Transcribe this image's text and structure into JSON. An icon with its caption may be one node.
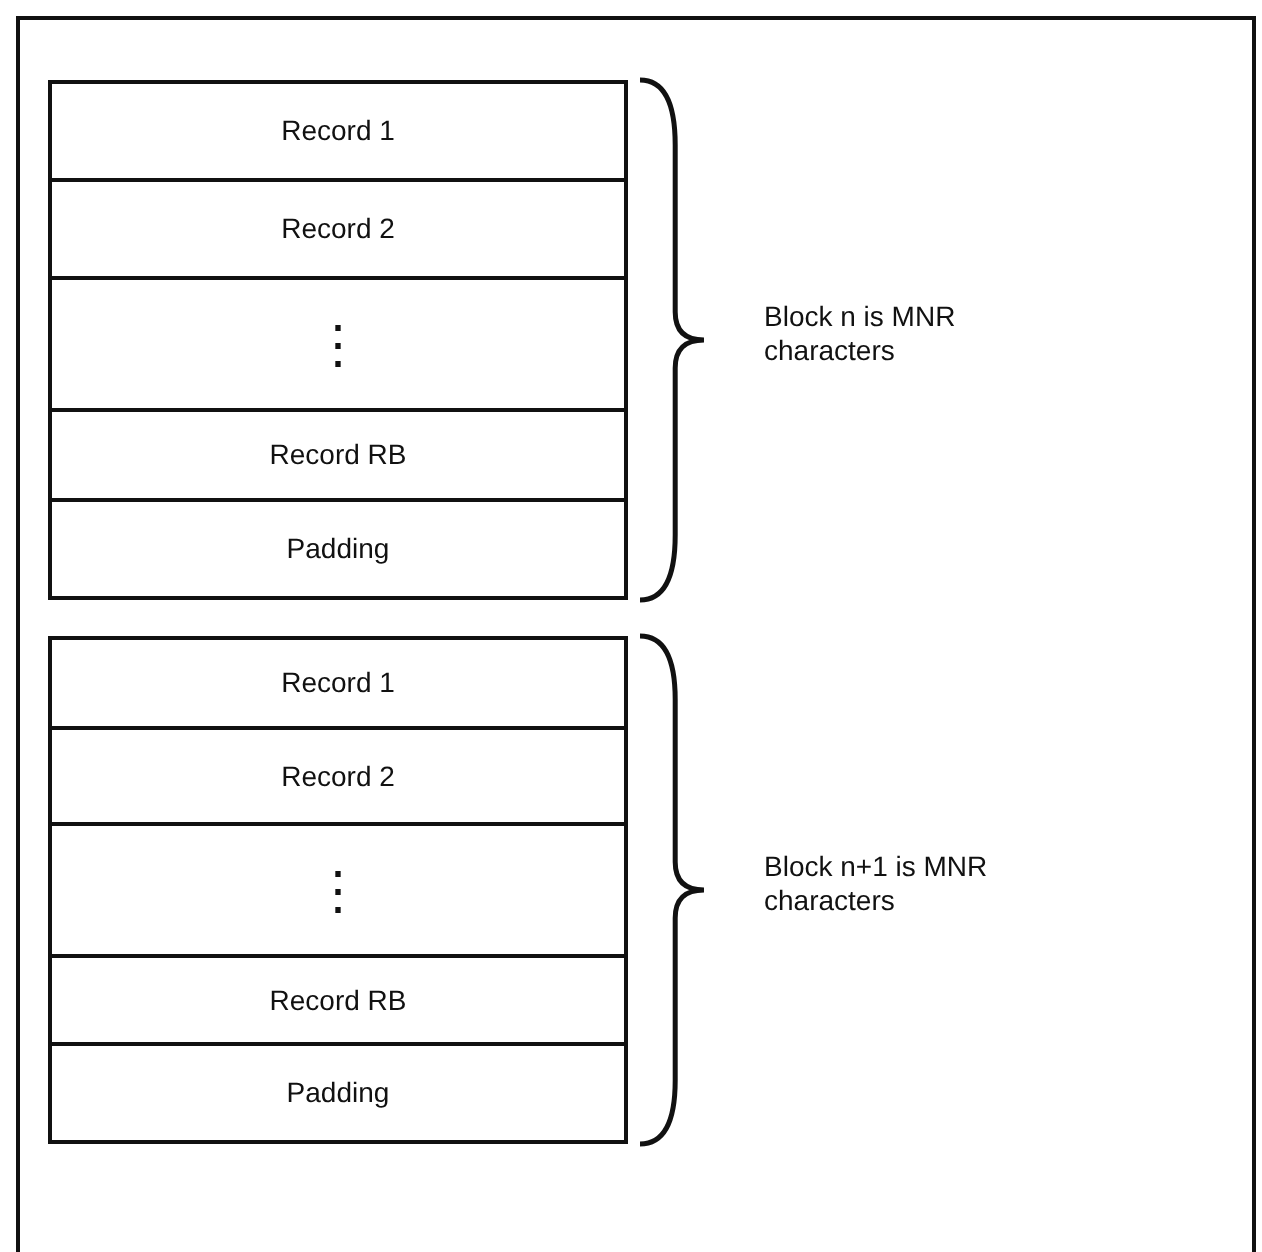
{
  "diagram": {
    "nodes": [
      {
        "text": [],
        "shape": "box"
      },
      {
        "text": [],
        "shape": "box",
        "in": 0
      },
      {
        "text": [
          "Record 1"
        ],
        "in": 1
      },
      {
        "text": [
          "Record 2"
        ],
        "in": 1
      },
      {
        "text": [
          "⋮"
        ],
        "in": 1
      },
      {
        "text": [
          "Record RB"
        ],
        "in": 1
      },
      {
        "text": [
          "Padding"
        ],
        "in": 1
      },
      {
        "text": [],
        "shape": "box",
        "in": 0
      },
      {
        "text": [
          "Record 1"
        ],
        "in": 7
      },
      {
        "text": [
          "Record 2"
        ],
        "in": 7
      },
      {
        "text": [
          "⋮"
        ],
        "in": 7
      },
      {
        "text": [
          "Record RB"
        ],
        "in": 7
      },
      {
        "text": [
          "Padding"
        ],
        "in": 7
      }
    ],
    "labels": [
      "Block n is MNR characters",
      "Block n+1 is MNR characters"
    ]
  }
}
